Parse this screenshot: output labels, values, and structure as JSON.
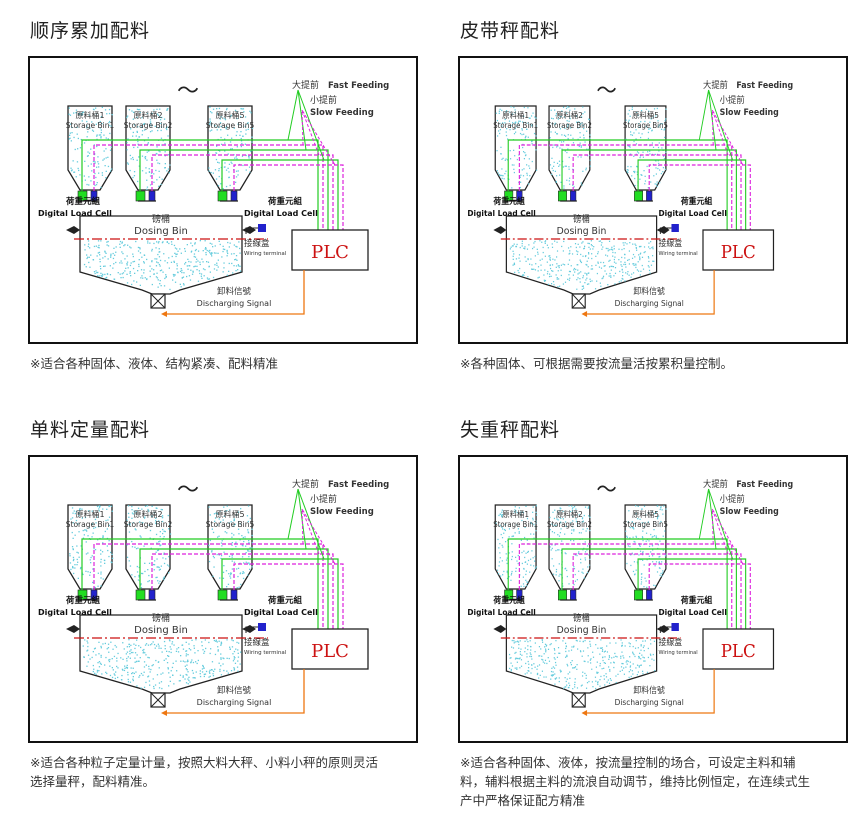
{
  "panels": [
    {
      "title": "顺序累加配料",
      "caption": "※适合各种固体、液体、结构紧凑、配料精准"
    },
    {
      "title": "皮带秤配料",
      "caption": "※各种固体、可根据需要按流量活按累积量控制。"
    },
    {
      "title": "单料定量配料",
      "caption": "※适合各种粒子定量计量，按照大料大秤、小料小秤的原则灵活选择量秤，配料精准。"
    },
    {
      "title": "失重秤配料",
      "caption": "※适合各种固体、液体，按流量控制的场合，可设定主料和辅料，辅料根据主料的流浪自动调节，维持比例恒定，在连续式生产中严格保证配方精准"
    }
  ],
  "diagram": {
    "bin1_cn": "原料桶1",
    "bin1_en": "Storage Bin1",
    "bin2_cn": "原料桶2",
    "bin2_en": "Storage Bin2",
    "bin5_cn": "原料桶5",
    "bin5_en": "Storage Bin5",
    "tilde": "～",
    "fast_cn": "大提前",
    "fast_en": "Fast Feeding",
    "slow_cn": "小提前",
    "slow_en": "Slow Feeding",
    "loadcell_cn": "荷重元組",
    "loadcell_en": "Digital Load Cell",
    "dosing_cn": "磅桶",
    "dosing_en": "Dosing Bin",
    "wiring_cn": "接線盒",
    "wiring_en": "Wiring terminal",
    "plc": "PLC",
    "discharge_cn": "卸料信號",
    "discharge_en": "Discharging Signal"
  },
  "colors": {
    "fast_line": "#22cc22",
    "slow_line": "#dd22dd",
    "discharge_line": "#ee7711",
    "level_line": "#cc1111",
    "plc_text": "#cc1111",
    "speckle": "#66ccdd",
    "valve_green": "#22dd22",
    "valve_blue": "#2222cc"
  }
}
